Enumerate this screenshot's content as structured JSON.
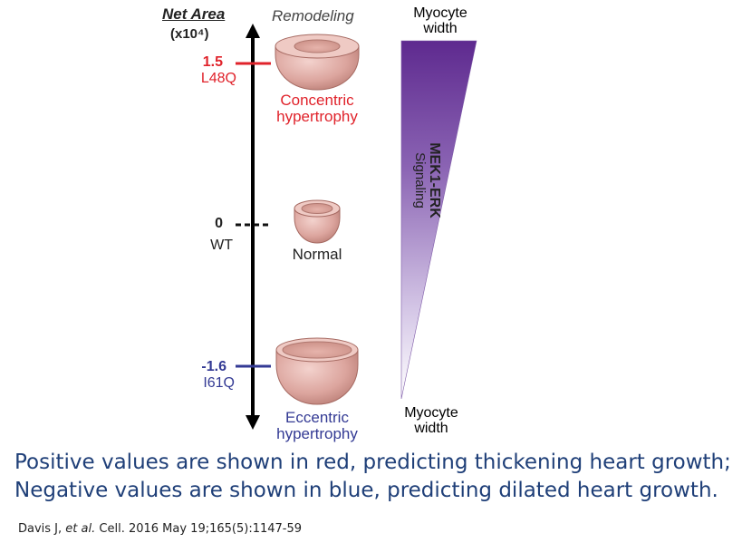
{
  "axis": {
    "title": "Net Area",
    "unit": "(x10⁴)"
  },
  "remodeling_header": "Remodeling",
  "ticks": [
    {
      "value": "1.5",
      "label": "L48Q",
      "color": "#e0232b"
    },
    {
      "value": "0",
      "label": "WT",
      "color": "#222222"
    },
    {
      "value": "-1.6",
      "label": "I61Q",
      "color": "#333a94"
    }
  ],
  "hearts": [
    {
      "label_line1": "Concentric",
      "label_line2": "hypertrophy",
      "color": "#e0232b"
    },
    {
      "label_line1": "Normal",
      "label_line2": "",
      "color": "#222222"
    },
    {
      "label_line1": "Eccentric",
      "label_line2": "hypertrophy",
      "color": "#333a94"
    }
  ],
  "wedge": {
    "top_label_line1": "Myocyte",
    "top_label_line2": "width",
    "bottom_label_line1": "Myocyte",
    "bottom_label_line2": "width",
    "signal_line1": "MEK1-ERK",
    "signal_line2": "Signaling",
    "gradient_dark": "#5e2a8f",
    "gradient_light": "#ffffff"
  },
  "captions": {
    "line1": "Positive values are shown in red, predicting thickening heart growth;",
    "line2": "Negative values are shown in blue, predicting dilated heart growth."
  },
  "citation": {
    "authors": "Davis J,",
    "etal": "et al.",
    "rest": "Cell. 2016 May 19;165(5):1147-59"
  }
}
